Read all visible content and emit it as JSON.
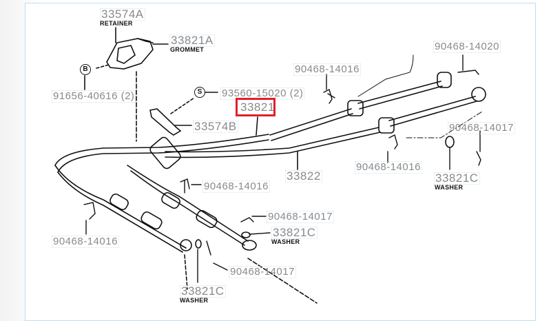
{
  "diagram": {
    "highlight_color": "#e0202a",
    "parts": {
      "retainer": {
        "number": "33574A",
        "name": "RETAINER"
      },
      "grommet": {
        "number": "33821A",
        "name": "GROMMET"
      },
      "bolt_symbol": "B",
      "bolt": "91656-40616 (2)",
      "screw_symbol": "S",
      "screw": "93560-15020 (2)",
      "cable_highlighted": "33821",
      "bracket": "33574B",
      "clip_top_right": "90468-14020",
      "clip_top": "90468-14016",
      "clip_right": "90468-14017",
      "cable_2": "33822",
      "clip_mid_right": "90468-14016",
      "washer_right": {
        "number": "33821C",
        "name": "WASHER"
      },
      "clip_mid_left": "90468-14016",
      "clip_lower_mid": "90468-14017",
      "washer_mid": {
        "number": "33821C",
        "name": "WASHER"
      },
      "clip_left": "90468-14016",
      "clip_bottom": "90468-14017",
      "washer_bottom": {
        "number": "33821C",
        "name": "WASHER"
      }
    }
  }
}
